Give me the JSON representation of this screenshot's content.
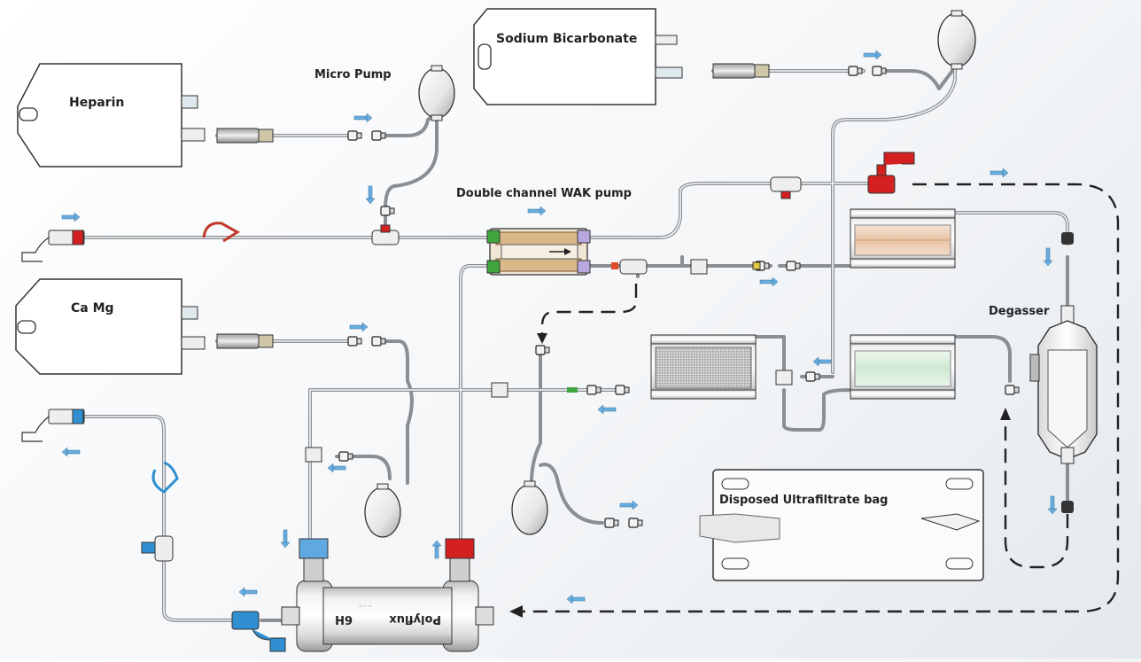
{
  "labels": {
    "heparin": "Heparin",
    "micro_pump": "Micro Pump",
    "sodium_bicarbonate": "Sodium Bicarbonate",
    "wak_pump": "Double channel WAK pump",
    "ca_mg": "Ca Mg",
    "degasser": "Degasser",
    "ultrafiltrate_bag": "Disposed Ultrafiltrate bag",
    "dialyzer_model": "6H",
    "dialyzer_brand": "Polyflux"
  },
  "colors": {
    "tube": "#8a8f94",
    "flow_arrow": "#6aaee0",
    "red_connector": "#d42020",
    "blue_connector": "#2f8fd0",
    "green_connector": "#3fa63f",
    "pump_housing": "#d9b98a",
    "dash_line": "#222222"
  }
}
